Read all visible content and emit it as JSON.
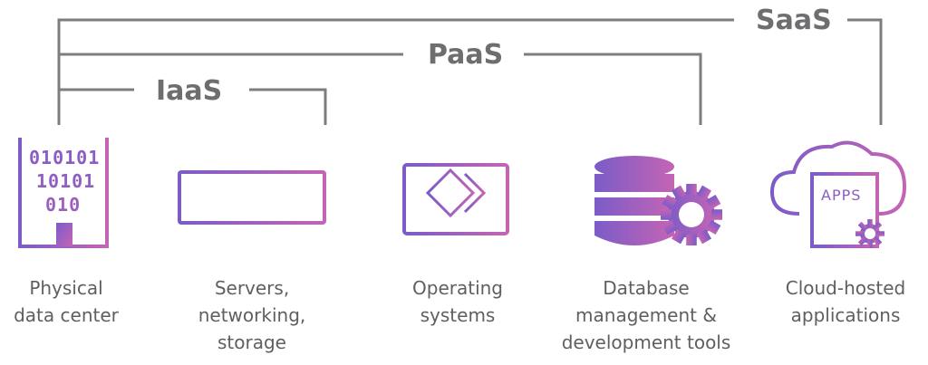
{
  "brackets": {
    "saas": "SaaS",
    "paas": "PaaS",
    "iaas": "IaaS"
  },
  "columns": [
    {
      "icon": "building-icon",
      "lines": [
        "Physical",
        "data center"
      ]
    },
    {
      "icon": "server-rack-icon",
      "lines": [
        "Servers,",
        "networking,",
        "storage"
      ]
    },
    {
      "icon": "laptop-os-icon",
      "lines": [
        "Operating",
        "systems"
      ]
    },
    {
      "icon": "database-gear-icon",
      "lines": [
        "Database",
        "management &",
        "development tools"
      ]
    },
    {
      "icon": "cloud-apps-icon",
      "lines": [
        "Cloud-hosted",
        "applications"
      ]
    }
  ],
  "binary": [
    "010101",
    "10101",
    "010"
  ],
  "apps_label": "APPS",
  "colors": {
    "line": "#7d7d7f",
    "label": "#6e6e70",
    "caption": "#5f5f61",
    "gradient_start": "#7b5cc8",
    "gradient_end": "#c464b4"
  }
}
